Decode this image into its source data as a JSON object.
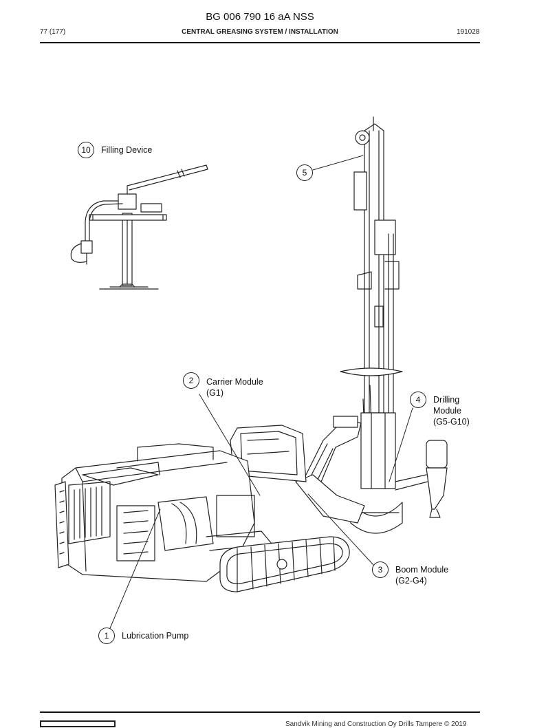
{
  "header": {
    "doc_id": "BG 006 790 16 aA NSS",
    "page": "77 (177)",
    "section": "CENTRAL GREASING SYSTEM / INSTALLATION",
    "code": "191028"
  },
  "callouts": [
    {
      "number": "10",
      "label": "Filling Device",
      "sub": ""
    },
    {
      "number": "5",
      "label": "",
      "sub": ""
    },
    {
      "number": "2",
      "label": "Carrier Module",
      "sub": "(G1)"
    },
    {
      "number": "4",
      "label": "Drilling",
      "sub": "Module",
      "sub2": "(G5-G10)"
    },
    {
      "number": "3",
      "label": "Boom Module",
      "sub": "(G2-G4)"
    },
    {
      "number": "1",
      "label": "Lubrication Pump",
      "sub": ""
    }
  ],
  "footer": {
    "copyright": "Sandvik Mining and Construction Oy Drills Tampere © 2019"
  }
}
